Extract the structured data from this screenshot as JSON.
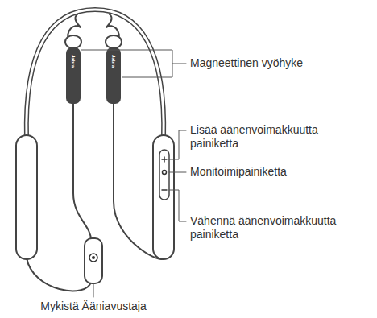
{
  "diagram": {
    "labels": [
      "Magneettinen vyöhyke",
      "Lisää äänenvoimakkuutta painiketta",
      "Monitoimipainiketta",
      "Vähennä äänenvoimakkuutta painiketta",
      "Mykistä Ääniavustaja",
      "Jabra",
      "Jabra"
    ]
  }
}
